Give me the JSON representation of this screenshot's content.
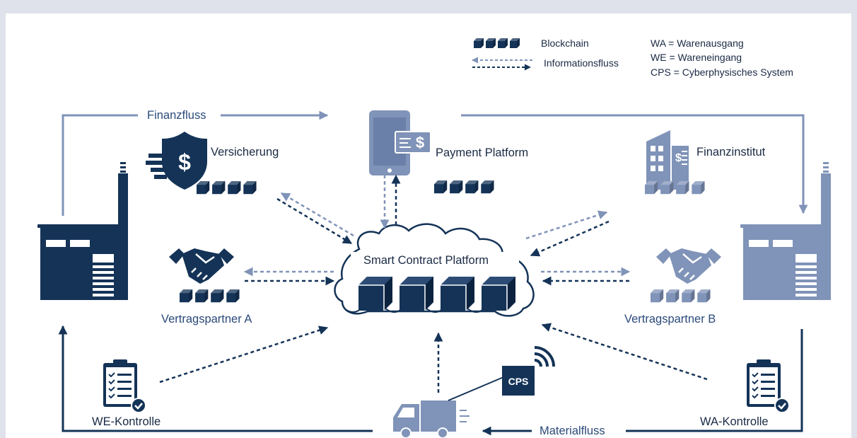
{
  "legend": {
    "blockchain": "Blockchain",
    "information_flow": "Informationsfluss",
    "abbreviations": [
      "WA = Warenausgang",
      "WE = Wareneingang",
      "CPS = Cyberphysisches System"
    ]
  },
  "flows": {
    "finance": "Finanzfluss",
    "material": "Materialfluss"
  },
  "nodes": {
    "insurance": "Versicherung",
    "payment_platform": "Payment Platform",
    "financial_institute": "Finanzinstitut",
    "smart_contract_platform": "Smart Contract Platform",
    "partner_a": "Vertragspartner A",
    "partner_b": "Vertragspartner B",
    "incoming_check": "WE-Kontrolle",
    "outgoing_check": "WA-Kontrolle",
    "cps": "CPS"
  },
  "colors": {
    "dark": "#143357",
    "light": "#8093b8",
    "text_dark": "#1a2a44",
    "text_blue": "#2b4a7a",
    "background": "#dfe2ea"
  }
}
